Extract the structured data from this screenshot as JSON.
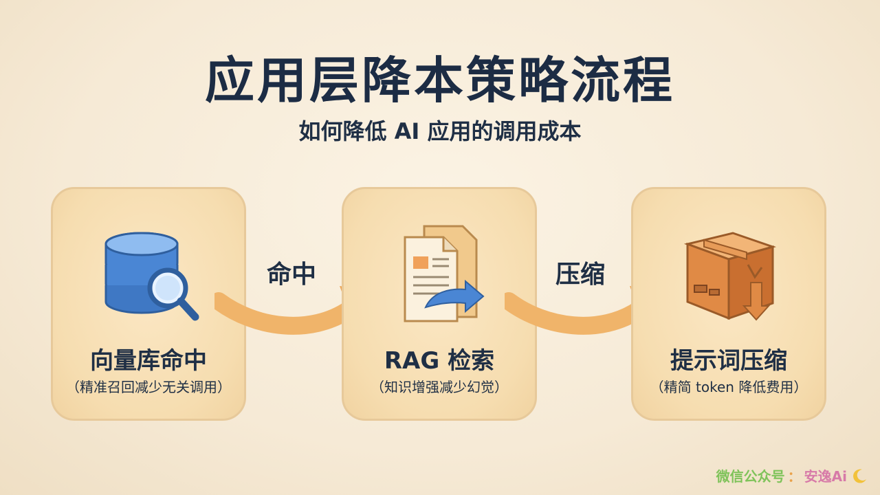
{
  "title": "应用层降本策略流程",
  "subtitle": "如何降低 AI 应用的调用成本",
  "steps": [
    {
      "label": "向量库命中",
      "note": "（精准召回减少无关调用）",
      "icon": "database-search-icon"
    },
    {
      "label": "RAG 检索",
      "note": "（知识增强减少幻觉）",
      "icon": "document-arrow-icon"
    },
    {
      "label": "提示词压缩",
      "note": "（精简 token 降低费用）",
      "icon": "package-box-icon"
    }
  ],
  "arrows": [
    {
      "label": "命中"
    },
    {
      "label": "压缩"
    }
  ],
  "watermark": {
    "prefix": "微信公众号",
    "separator": "：",
    "brand": "安逸Ai"
  },
  "colors": {
    "background": "#f7ecd9",
    "card_fill": "#f6ddb0",
    "card_border": "#e7c99a",
    "arrow": "#f0b46a",
    "text": "#1f2f45",
    "database": "#4a86d4",
    "box": "#e08a45"
  }
}
